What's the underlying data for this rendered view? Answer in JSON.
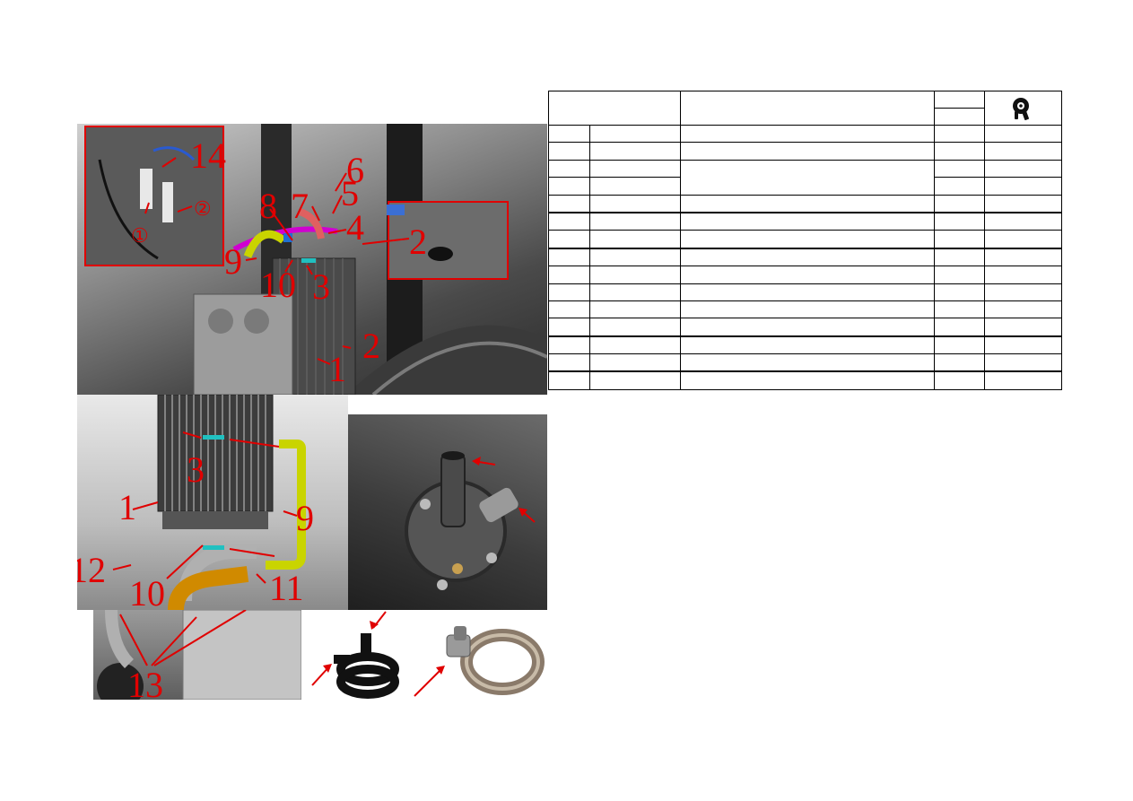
{
  "figure": {
    "callouts": {
      "top": [
        "14",
        "①",
        "②",
        "6",
        "5",
        "7",
        "8",
        "4",
        "9",
        "10",
        "3",
        "2",
        "2",
        "1"
      ],
      "mid": [
        "3",
        "1",
        "9",
        "12",
        "10",
        "11"
      ],
      "bottom": [
        "13"
      ]
    },
    "colors": {
      "callout_red": "#e00000",
      "hose_yellow": "#c9d400",
      "hose_orange": "#d08a00",
      "hose_magenta": "#d000d0",
      "clamp_cyan": "#20c0c0",
      "hose_gray": "#b0b0b0"
    }
  },
  "table": {
    "header_icon": "wrench-torque-icon",
    "rows": 15
  }
}
